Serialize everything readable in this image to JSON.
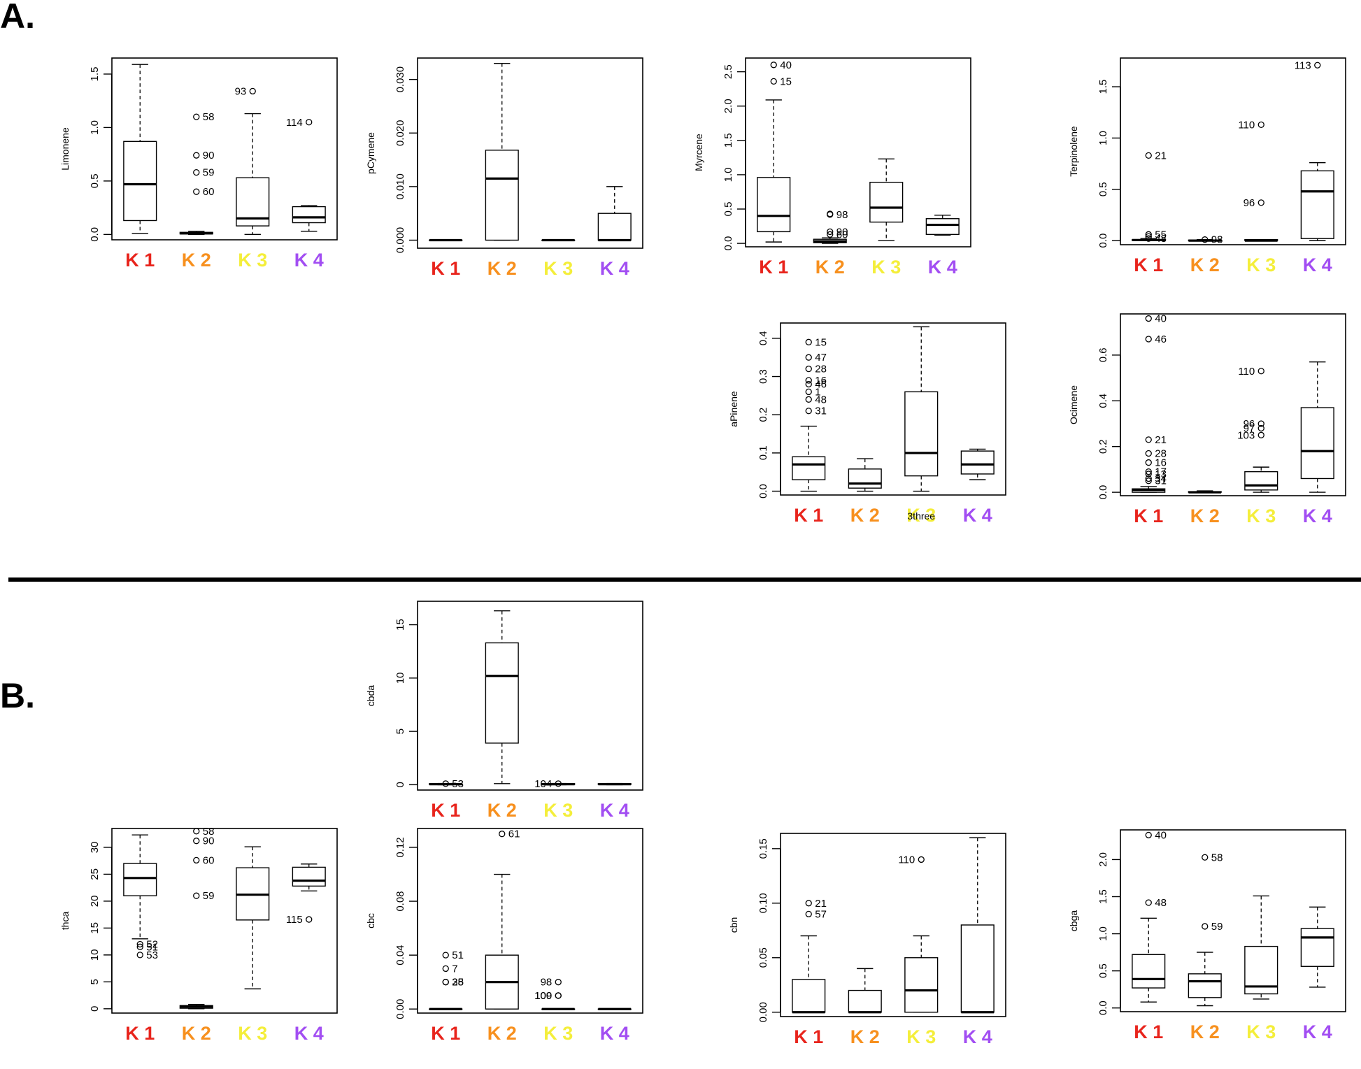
{
  "page": {
    "section_a_label": "A.",
    "section_b_label": "B.",
    "colors": {
      "K1": "#e8241c",
      "K2": "#f7901e",
      "K3": "#f4ee3a",
      "K4": "#a24ef2"
    }
  },
  "chart_data": [
    {
      "id": "limonene",
      "type": "box",
      "ylabel": "Limonene",
      "ylim": [
        -0.05,
        1.65
      ],
      "yticks": [
        "0.0",
        "0.5",
        "1.0",
        "1.5"
      ],
      "ytick_values": [
        0,
        0.5,
        1.0,
        1.5
      ],
      "categories": [
        "K 1",
        "K 2",
        "K 3",
        "K 4"
      ],
      "boxes": [
        {
          "q1": 0.13,
          "median": 0.47,
          "q3": 0.87,
          "whislo": 0.01,
          "whishi": 1.59,
          "outliers": []
        },
        {
          "q1": 0.005,
          "median": 0.01,
          "q3": 0.02,
          "whislo": 0.0,
          "whishi": 0.03,
          "outliers": [
            {
              "v": 1.1,
              "label": "58"
            },
            {
              "v": 0.74,
              "label": "90"
            },
            {
              "v": 0.58,
              "label": "59"
            },
            {
              "v": 0.4,
              "label": "60"
            }
          ]
        },
        {
          "q1": 0.08,
          "median": 0.15,
          "q3": 0.53,
          "whislo": 0.0,
          "whishi": 1.13,
          "outliers": [
            {
              "v": 1.34,
              "label": "93",
              "side": "left"
            }
          ]
        },
        {
          "q1": 0.11,
          "median": 0.16,
          "q3": 0.26,
          "whislo": 0.03,
          "whishi": 0.27,
          "outliers": [
            {
              "v": 1.05,
              "label": "114",
              "side": "left"
            }
          ]
        }
      ]
    },
    {
      "id": "pcymene",
      "type": "box",
      "ylabel": "pCymene",
      "ylim": [
        -0.0015,
        0.034
      ],
      "yticks": [
        "0.000",
        "0.010",
        "0.020",
        "0.030"
      ],
      "ytick_values": [
        0,
        0.01,
        0.02,
        0.03
      ],
      "categories": [
        "K 1",
        "K 2",
        "K 3",
        "K 4"
      ],
      "boxes": [
        {
          "q1": 0,
          "median": 0,
          "q3": 0,
          "whislo": 0,
          "whishi": 0,
          "outliers": []
        },
        {
          "q1": 0.0,
          "median": 0.0115,
          "q3": 0.0168,
          "whislo": 0.0,
          "whishi": 0.033,
          "outliers": []
        },
        {
          "q1": 0,
          "median": 0,
          "q3": 0,
          "whislo": 0,
          "whishi": 0,
          "outliers": []
        },
        {
          "q1": 0.0,
          "median": 0.0,
          "q3": 0.005,
          "whislo": 0.0,
          "whishi": 0.01,
          "outliers": []
        }
      ]
    },
    {
      "id": "myrcene",
      "type": "box",
      "ylabel": "Myrcene",
      "ylim": [
        -0.05,
        2.7
      ],
      "yticks": [
        "0.0",
        "0.5",
        "1.0",
        "1.5",
        "2.0",
        "2.5"
      ],
      "ytick_values": [
        0,
        0.5,
        1.0,
        1.5,
        2.0,
        2.5
      ],
      "categories": [
        "K 1",
        "K 2",
        "K 3",
        "K 4"
      ],
      "boxes": [
        {
          "q1": 0.17,
          "median": 0.4,
          "q3": 0.96,
          "whislo": 0.02,
          "whishi": 2.09,
          "outliers": [
            {
              "v": 2.6,
              "label": "40"
            },
            {
              "v": 2.36,
              "label": "15"
            }
          ]
        },
        {
          "q1": 0.01,
          "median": 0.03,
          "q3": 0.06,
          "whislo": 0.0,
          "whishi": 0.08,
          "outliers": [
            {
              "v": 0.42,
              "label": "98"
            },
            {
              "v": 0.43,
              "label": ""
            },
            {
              "v": 0.17,
              "label": "90"
            },
            {
              "v": 0.13,
              "label": "60"
            }
          ]
        },
        {
          "q1": 0.31,
          "median": 0.52,
          "q3": 0.89,
          "whislo": 0.04,
          "whishi": 1.23,
          "outliers": []
        },
        {
          "q1": 0.13,
          "median": 0.27,
          "q3": 0.36,
          "whislo": 0.12,
          "whishi": 0.41,
          "outliers": []
        }
      ]
    },
    {
      "id": "terpinolene",
      "type": "box",
      "ylabel": "Terpinolene",
      "ylim": [
        -0.04,
        1.78
      ],
      "yticks": [
        "0.0",
        "0.5",
        "1.0",
        "1.5"
      ],
      "ytick_values": [
        0,
        0.5,
        1.0,
        1.5
      ],
      "categories": [
        "K 1",
        "K 2",
        "K 3",
        "K 4"
      ],
      "boxes": [
        {
          "q1": 0.0,
          "median": 0.005,
          "q3": 0.01,
          "whislo": 0.0,
          "whishi": 0.02,
          "outliers": [
            {
              "v": 0.83,
              "label": "21"
            },
            {
              "v": 0.06,
              "label": "55"
            },
            {
              "v": 0.04,
              "label": ""
            },
            {
              "v": 0.02,
              "label": "48"
            }
          ]
        },
        {
          "q1": 0,
          "median": 0,
          "q3": 0.005,
          "whislo": 0,
          "whishi": 0.01,
          "outliers": [
            {
              "v": 0.01,
              "label": "98"
            }
          ]
        },
        {
          "q1": 0,
          "median": 0,
          "q3": 0.01,
          "whislo": 0,
          "whishi": 0.01,
          "outliers": [
            {
              "v": 1.13,
              "label": "110",
              "side": "left"
            },
            {
              "v": 0.37,
              "label": "96",
              "side": "left"
            }
          ]
        },
        {
          "q1": 0.02,
          "median": 0.48,
          "q3": 0.68,
          "whislo": 0.0,
          "whishi": 0.76,
          "outliers": [
            {
              "v": 1.71,
              "label": "113",
              "side": "left"
            }
          ]
        }
      ]
    },
    {
      "id": "apinene",
      "type": "box",
      "ylabel": "aPinene",
      "ylim": [
        -0.01,
        0.44
      ],
      "yticks": [
        "0.0",
        "0.1",
        "0.2",
        "0.3",
        "0.4"
      ],
      "ytick_values": [
        0,
        0.1,
        0.2,
        0.3,
        0.4
      ],
      "categories": [
        "K 1",
        "K 2",
        "K 3",
        "K 4"
      ],
      "boxes": [
        {
          "q1": 0.03,
          "median": 0.07,
          "q3": 0.09,
          "whislo": 0.0,
          "whishi": 0.17,
          "outliers": [
            {
              "v": 0.39,
              "label": "15"
            },
            {
              "v": 0.35,
              "label": "47"
            },
            {
              "v": 0.32,
              "label": "28"
            },
            {
              "v": 0.29,
              "label": "16"
            },
            {
              "v": 0.28,
              "label": "46"
            },
            {
              "v": 0.26,
              "label": "1"
            },
            {
              "v": 0.24,
              "label": "48"
            },
            {
              "v": 0.21,
              "label": "31"
            }
          ]
        },
        {
          "q1": 0.008,
          "median": 0.02,
          "q3": 0.058,
          "whislo": 0.0,
          "whishi": 0.085,
          "outliers": []
        },
        {
          "q1": 0.04,
          "median": 0.1,
          "q3": 0.26,
          "whislo": 0.0,
          "whishi": 0.43,
          "outliers": []
        },
        {
          "q1": 0.045,
          "median": 0.07,
          "q3": 0.105,
          "whislo": 0.03,
          "whishi": 0.11,
          "outliers": []
        }
      ],
      "annotation": "3three"
    },
    {
      "id": "ocimene",
      "type": "box",
      "ylabel": "Ocimene",
      "ylim": [
        -0.015,
        0.78
      ],
      "yticks": [
        "0.0",
        "0.2",
        "0.4",
        "0.6"
      ],
      "ytick_values": [
        0,
        0.2,
        0.4,
        0.6
      ],
      "categories": [
        "K 1",
        "K 2",
        "K 3",
        "K 4"
      ],
      "boxes": [
        {
          "q1": 0.0,
          "median": 0.01,
          "q3": 0.015,
          "whislo": 0.0,
          "whishi": 0.025,
          "outliers": [
            {
              "v": 0.76,
              "label": "40"
            },
            {
              "v": 0.67,
              "label": "46"
            },
            {
              "v": 0.23,
              "label": "21"
            },
            {
              "v": 0.17,
              "label": "28"
            },
            {
              "v": 0.13,
              "label": "16"
            },
            {
              "v": 0.09,
              "label": "17"
            },
            {
              "v": 0.08,
              "label": "13"
            },
            {
              "v": 0.06,
              "label": "34"
            },
            {
              "v": 0.05,
              "label": "31"
            }
          ]
        },
        {
          "q1": 0,
          "median": 0,
          "q3": 0.003,
          "whislo": 0,
          "whishi": 0.006,
          "outliers": []
        },
        {
          "q1": 0.01,
          "median": 0.03,
          "q3": 0.09,
          "whislo": 0.0,
          "whishi": 0.11,
          "outliers": [
            {
              "v": 0.53,
              "label": "110",
              "side": "left"
            },
            {
              "v": 0.3,
              "label": "96",
              "side": "left"
            },
            {
              "v": 0.28,
              "label": "97",
              "side": "left"
            },
            {
              "v": 0.25,
              "label": "103",
              "side": "left"
            }
          ]
        },
        {
          "q1": 0.06,
          "median": 0.18,
          "q3": 0.37,
          "whislo": 0.0,
          "whishi": 0.57,
          "outliers": []
        }
      ]
    },
    {
      "id": "cbda",
      "type": "box",
      "ylabel": "cbda",
      "ylim": [
        -0.5,
        17.2
      ],
      "yticks": [
        "0",
        "5",
        "10",
        "15"
      ],
      "ytick_values": [
        0,
        5,
        10,
        15
      ],
      "categories": [
        "K 1",
        "K 2",
        "K 3",
        "K 4"
      ],
      "boxes": [
        {
          "q1": 0.02,
          "median": 0.05,
          "q3": 0.1,
          "whislo": 0,
          "whishi": 0.12,
          "outliers": [
            {
              "v": 0.1,
              "label": "53"
            }
          ]
        },
        {
          "q1": 3.9,
          "median": 10.2,
          "q3": 13.3,
          "whislo": 0.1,
          "whishi": 16.3,
          "outliers": []
        },
        {
          "q1": 0.02,
          "median": 0.05,
          "q3": 0.1,
          "whislo": 0,
          "whishi": 0.12,
          "outliers": [
            {
              "v": 0.1,
              "label": "104",
              "side": "left"
            }
          ]
        },
        {
          "q1": 0.02,
          "median": 0.05,
          "q3": 0.1,
          "whislo": 0,
          "whishi": 0.12,
          "outliers": []
        }
      ]
    },
    {
      "id": "thca",
      "type": "box",
      "ylabel": "thca",
      "ylim": [
        -0.8,
        33.5
      ],
      "yticks": [
        "0",
        "5",
        "10",
        "15",
        "20",
        "25",
        "30"
      ],
      "ytick_values": [
        0,
        5,
        10,
        15,
        20,
        25,
        30
      ],
      "categories": [
        "K 1",
        "K 2",
        "K 3",
        "K 4"
      ],
      "boxes": [
        {
          "q1": 21.0,
          "median": 24.3,
          "q3": 27.0,
          "whislo": 13.0,
          "whishi": 32.3,
          "outliers": [
            {
              "v": 12.0,
              "label": "52"
            },
            {
              "v": 11.5,
              "label": "51"
            },
            {
              "v": 10.0,
              "label": "53"
            }
          ]
        },
        {
          "q1": 0.1,
          "median": 0.4,
          "q3": 0.6,
          "whislo": 0.0,
          "whishi": 0.8,
          "outliers": [
            {
              "v": 33.0,
              "label": "58"
            },
            {
              "v": 31.2,
              "label": "90"
            },
            {
              "v": 27.6,
              "label": "60"
            },
            {
              "v": 21.0,
              "label": "59"
            }
          ]
        },
        {
          "q1": 16.5,
          "median": 21.2,
          "q3": 26.2,
          "whislo": 3.7,
          "whishi": 30.1,
          "outliers": []
        },
        {
          "q1": 22.8,
          "median": 23.8,
          "q3": 26.3,
          "whislo": 21.9,
          "whishi": 26.9,
          "outliers": [
            {
              "v": 16.6,
              "label": "115",
              "side": "left"
            }
          ]
        }
      ]
    },
    {
      "id": "cbc",
      "type": "box",
      "ylabel": "cbc",
      "ylim": [
        -0.003,
        0.134
      ],
      "yticks": [
        "0.00",
        "0.04",
        "0.08",
        "0.12"
      ],
      "ytick_values": [
        0,
        0.04,
        0.08,
        0.12
      ],
      "categories": [
        "K 1",
        "K 2",
        "K 3",
        "K 4"
      ],
      "boxes": [
        {
          "q1": 0,
          "median": 0,
          "q3": 0,
          "whislo": 0,
          "whishi": 0,
          "outliers": [
            {
              "v": 0.04,
              "label": "51"
            },
            {
              "v": 0.03,
              "label": "7"
            },
            {
              "v": 0.02,
              "label": "35"
            },
            {
              "v": 0.02,
              "label": "28"
            }
          ]
        },
        {
          "q1": 0.0,
          "median": 0.02,
          "q3": 0.04,
          "whislo": 0.0,
          "whishi": 0.1,
          "outliers": [
            {
              "v": 0.13,
              "label": "61"
            }
          ]
        },
        {
          "q1": 0,
          "median": 0,
          "q3": 0,
          "whislo": 0,
          "whishi": 0,
          "outliers": [
            {
              "v": 0.02,
              "label": "98",
              "side": "left"
            },
            {
              "v": 0.01,
              "label": "100",
              "side": "left"
            },
            {
              "v": 0.01,
              "label": "109",
              "side": "left"
            }
          ]
        },
        {
          "q1": 0,
          "median": 0,
          "q3": 0,
          "whislo": 0,
          "whishi": 0,
          "outliers": []
        }
      ]
    },
    {
      "id": "cbn",
      "type": "box",
      "ylabel": "cbn",
      "ylim": [
        -0.004,
        0.164
      ],
      "yticks": [
        "0.00",
        "0.05",
        "0.10",
        "0.15"
      ],
      "ytick_values": [
        0,
        0.05,
        0.1,
        0.15
      ],
      "categories": [
        "K 1",
        "K 2",
        "K 3",
        "K 4"
      ],
      "boxes": [
        {
          "q1": 0.0,
          "median": 0.0,
          "q3": 0.03,
          "whislo": 0.0,
          "whishi": 0.07,
          "outliers": [
            {
              "v": 0.1,
              "label": "21"
            },
            {
              "v": 0.09,
              "label": "57"
            }
          ]
        },
        {
          "q1": 0.0,
          "median": 0.0,
          "q3": 0.02,
          "whislo": 0.0,
          "whishi": 0.04,
          "outliers": []
        },
        {
          "q1": 0.0,
          "median": 0.02,
          "q3": 0.05,
          "whislo": 0.0,
          "whishi": 0.07,
          "outliers": [
            {
              "v": 0.14,
              "label": "110",
              "side": "left"
            }
          ]
        },
        {
          "q1": 0.0,
          "median": 0.0,
          "q3": 0.08,
          "whislo": 0.0,
          "whishi": 0.16,
          "outliers": []
        }
      ]
    },
    {
      "id": "cbga",
      "type": "box",
      "ylabel": "cbga",
      "ylim": [
        -0.05,
        2.4
      ],
      "yticks": [
        "0.0",
        "0.5",
        "1.0",
        "1.5",
        "2.0"
      ],
      "ytick_values": [
        0,
        0.5,
        1.0,
        1.5,
        2.0
      ],
      "categories": [
        "K 1",
        "K 2",
        "K 3",
        "K 4"
      ],
      "boxes": [
        {
          "q1": 0.27,
          "median": 0.39,
          "q3": 0.72,
          "whislo": 0.08,
          "whishi": 1.21,
          "outliers": [
            {
              "v": 2.33,
              "label": "40"
            },
            {
              "v": 1.42,
              "label": "48"
            }
          ]
        },
        {
          "q1": 0.14,
          "median": 0.36,
          "q3": 0.46,
          "whislo": 0.03,
          "whishi": 0.75,
          "outliers": [
            {
              "v": 2.03,
              "label": "58"
            },
            {
              "v": 1.1,
              "label": "59"
            }
          ]
        },
        {
          "q1": 0.19,
          "median": 0.29,
          "q3": 0.83,
          "whislo": 0.12,
          "whishi": 1.51,
          "outliers": []
        },
        {
          "q1": 0.56,
          "median": 0.95,
          "q3": 1.07,
          "whislo": 0.28,
          "whishi": 1.36,
          "outliers": []
        }
      ]
    }
  ]
}
